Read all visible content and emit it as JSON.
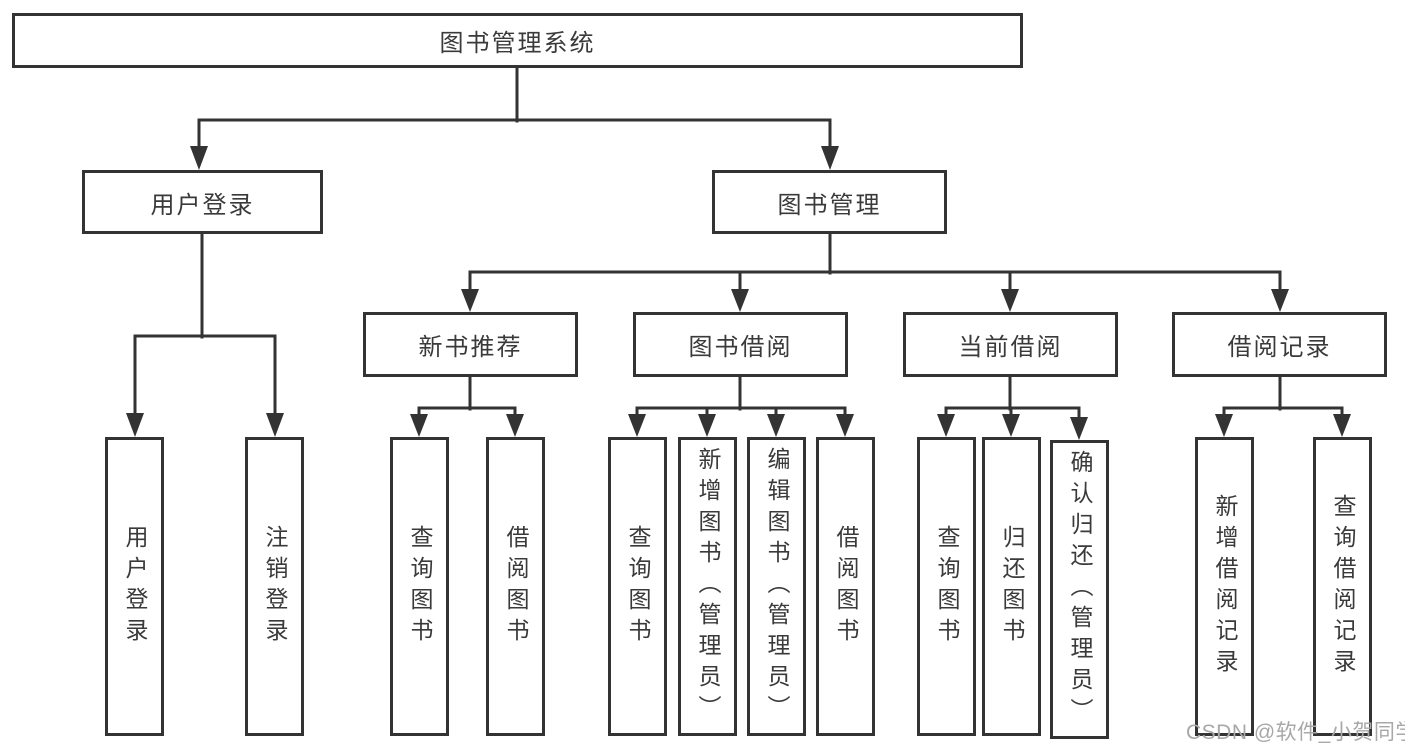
{
  "diagram": {
    "type": "hierarchy-tree",
    "background": "#ffffff",
    "line_color": "#333333",
    "text_color": "#3a3a3a",
    "tree": {
      "label": "图书管理系统",
      "children": [
        {
          "label": "用户登录",
          "children": [
            {
              "label": "用户登录"
            },
            {
              "label": "注销登录"
            }
          ]
        },
        {
          "label": "图书管理",
          "children": [
            {
              "label": "新书推荐",
              "children": [
                {
                  "label": "查询图书"
                },
                {
                  "label": "借阅图书"
                }
              ]
            },
            {
              "label": "图书借阅",
              "children": [
                {
                  "label": "查询图书"
                },
                {
                  "label": "新增图书（管理员）"
                },
                {
                  "label": "编辑图书（管理员）"
                },
                {
                  "label": "借阅图书"
                }
              ]
            },
            {
              "label": "当前借阅",
              "children": [
                {
                  "label": "查询图书"
                },
                {
                  "label": "归还图书"
                },
                {
                  "label": "确认归还（管理员）"
                }
              ]
            },
            {
              "label": "借阅记录",
              "children": [
                {
                  "label": "新增借阅记录"
                },
                {
                  "label": "查询借阅记录"
                }
              ]
            }
          ]
        }
      ]
    }
  },
  "watermark": {
    "text": "CSDN @软件_小贺同学",
    "color": "#a8a8a8"
  }
}
